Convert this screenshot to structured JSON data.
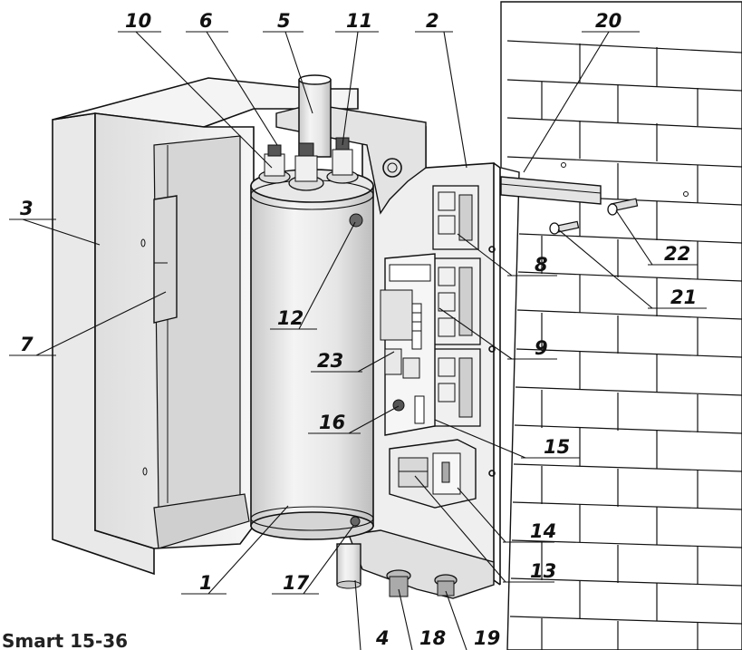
{
  "model_label": "Smart 15-36",
  "callouts": [
    "1",
    "2",
    "3",
    "4",
    "5",
    "6",
    "7",
    "8",
    "9",
    "10",
    "11",
    "12",
    "13",
    "14",
    "15",
    "16",
    "17",
    "18",
    "19",
    "20",
    "21",
    "22",
    "23"
  ]
}
